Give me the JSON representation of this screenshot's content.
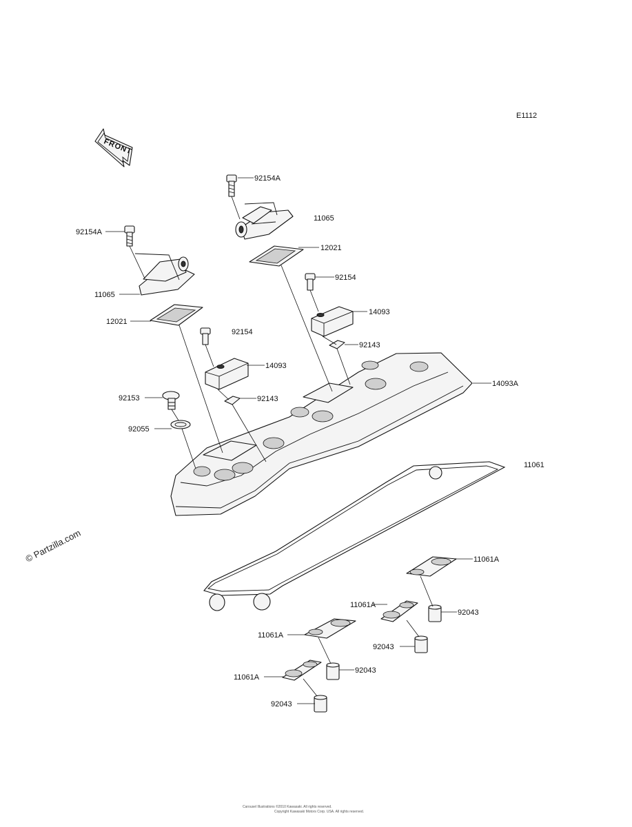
{
  "diagram_code": "E1112",
  "front_marker": "FRONT",
  "watermark": "© Partzilla.com",
  "footer_lines": [
    "Carousel Illustrations ©2010 Kawasaki. All rights reserved.",
    "Copyright Kawasaki Motors Corp. USA. All rights reserved."
  ],
  "labels": {
    "bolt_92154A_top": "92154A",
    "cover_11065_top": "11065",
    "bolt_92154A_left": "92154A",
    "gasket_12021_top": "12021",
    "bolt_92154_right": "92154",
    "cover_11065_left": "11065",
    "holder_14093_right": "14093",
    "gasket_12021_left": "12021",
    "bolt_92154_center": "92154",
    "washer_92143_right": "92143",
    "holder_14093_center": "14093",
    "head_cover_14093A": "14093A",
    "bolt_92153": "92153",
    "washer_92143_center": "92143",
    "seal_92055": "92055",
    "gasket_11061": "11061",
    "gasket_11061A_1": "11061A",
    "collar_92043_1": "92043",
    "gasket_11061A_2": "11061A",
    "gasket_11061A_3": "11061A",
    "collar_92043_2": "92043",
    "collar_92043_3": "92043",
    "gasket_11061A_4": "11061A",
    "collar_92043_4": "92043"
  }
}
